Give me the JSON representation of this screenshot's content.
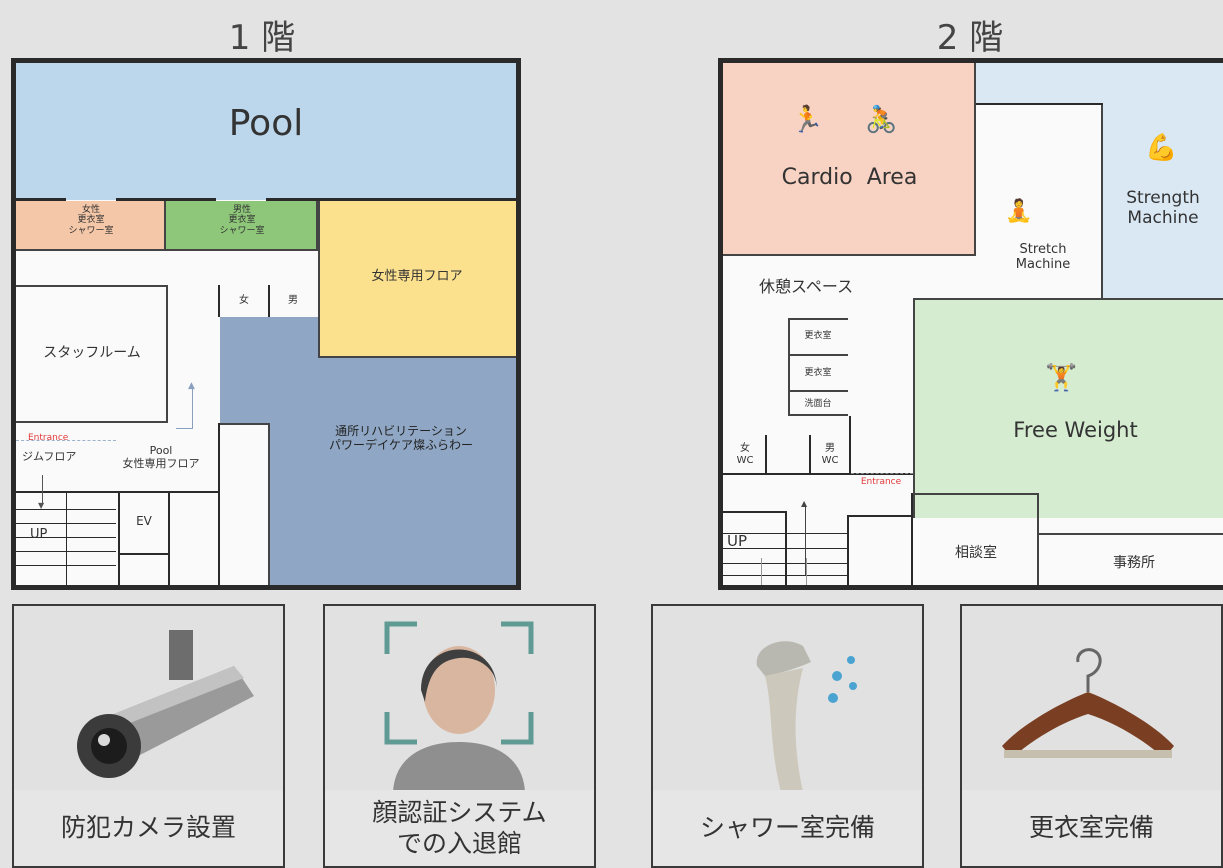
{
  "floor1": {
    "title": "1 階",
    "pool": "Pool",
    "women_locker": "女性\n更衣室\nシャワー室",
    "men_locker": "男性\n更衣室\nシャワー室",
    "women_only_floor": "女性専用フロア",
    "staff_room": "スタッフルーム",
    "wc_women": "女",
    "wc_men": "男",
    "rehab": "通所リハビリテーション\nパワーデイケア燦ふらわー",
    "entrance": "Entrance",
    "gym_floor": "ジムフロア",
    "pool_women_floor": "Pool\n女性専用フロア",
    "up": "UP",
    "ev": "EV"
  },
  "floor2": {
    "title": "2 階",
    "cardio": "Cardio  Area",
    "strength": "Strength\nMachine",
    "stretch": "Stretch\nMachine",
    "rest_space": "休憩スペース",
    "locker1": "更衣室",
    "locker2": "更衣室",
    "washstand": "洗面台",
    "wc_women": "女\nWC",
    "wc_men": "男\nWC",
    "entrance": "Entrance",
    "free_weight": "Free Weight",
    "up": "UP",
    "consult": "相談室",
    "office": "事務所"
  },
  "features": [
    {
      "label": "防犯カメラ設置",
      "icon": "security-camera-icon"
    },
    {
      "label": "顔認証システム\nでの入退館",
      "icon": "face-recognition-icon"
    },
    {
      "label": "シャワー室完備",
      "icon": "shower-icon"
    },
    {
      "label": "更衣室完備",
      "icon": "hanger-icon"
    }
  ],
  "colors": {
    "pool": "#bcd7ec",
    "women_locker": "#f4c7a8",
    "men_locker": "#8ec77a",
    "women_only": "#fbe08e",
    "rehab": "#8fa7c4",
    "cardio": "#f8d2c2",
    "strength": "#dae8f4",
    "free_weight": "#d6ecd1",
    "entrance": "#e03a3a"
  }
}
